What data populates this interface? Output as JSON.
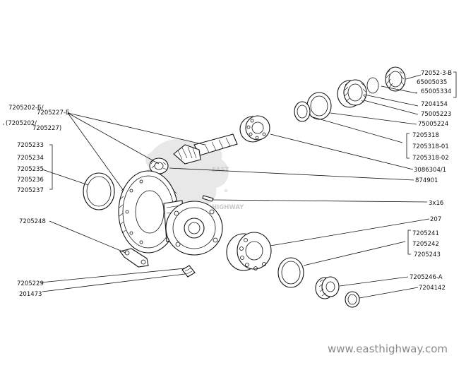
{
  "watermark": {
    "line1": "EAST",
    "line2": "HIGHWAY"
  },
  "site_url": "www.easthighway.com",
  "labels": {
    "p72052_3_B": "72052-3-B",
    "p65005035": "65005035",
    "p65005334": "65005334",
    "p7204154": "7204154",
    "p75005223": "75005223",
    "p75005224": "75005224",
    "p7205318": "7205318",
    "p7205318_01": "7205318-01",
    "p7205318_02": "7205318-02",
    "p3086304_1": "3086304/1",
    "p874901": "874901",
    "p3x16": "3x16",
    "p207": "207",
    "p7205241": "7205241",
    "p7205242": "7205242",
    "p7205243": "7205243",
    "p7205246_A": "7205246-A",
    "p7204142": "7204142",
    "p7205202_B": "7205202-Б/",
    "p7205227_B": "7205227-Б",
    "p7205202_alt": "(7205202/",
    "p7205227_alt": "7205227)",
    "p7205233": "7205233",
    "p7205234": "7205234",
    "p7205235": "7205235",
    "p7205236": "7205236",
    "p7205237": "7205237",
    "p7205248": "7205248",
    "p7205229": "7205229",
    "p201473": "201473"
  }
}
